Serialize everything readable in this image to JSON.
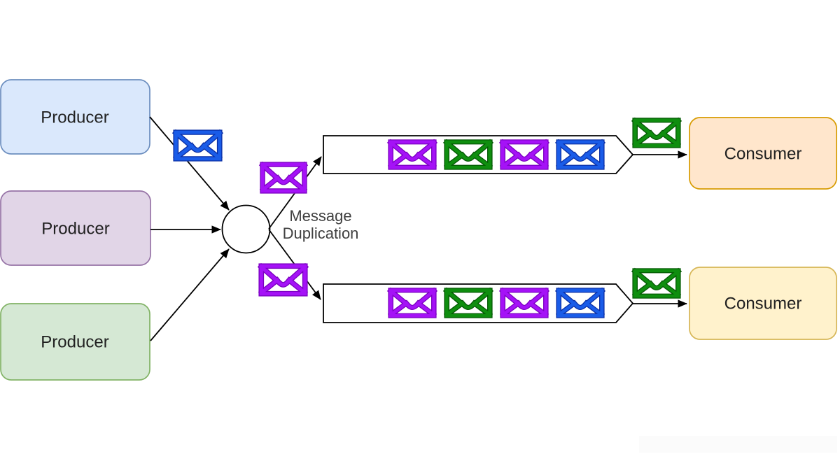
{
  "diagram": {
    "producers": [
      {
        "label": "Producer",
        "theme": "blue"
      },
      {
        "label": "Producer",
        "theme": "purple"
      },
      {
        "label": "Producer",
        "theme": "green"
      }
    ],
    "duplication_node": {
      "label_line1": "Message",
      "label_line2": "Duplication"
    },
    "consumers": [
      {
        "label": "Consumer",
        "theme": "orange"
      },
      {
        "label": "Consumer",
        "theme": "yellow"
      }
    ],
    "queue1": {
      "messages": [
        "purple",
        "green",
        "purple",
        "blue"
      ]
    },
    "queue2": {
      "messages": [
        "purple",
        "green",
        "purple",
        "blue"
      ]
    },
    "loose_messages": {
      "producer1_to_node": "blue",
      "node_to_queue1": "purple",
      "node_to_queue2": "purple",
      "queue1_to_consumer1": "green",
      "queue2_to_consumer2": "green"
    },
    "icons": {
      "message_icon": "envelope-icon"
    },
    "colors": {
      "canvas_bg": "#ffffff",
      "line": "#000000",
      "label_text": "#202020",
      "node_label_text": "#404040",
      "queue_fill": "#ffffff",
      "queue_stroke": "#000000",
      "producer_blue_fill": "#dae8fc",
      "producer_blue_stroke": "#6c8ebf",
      "producer_purple_fill": "#e1d5e7",
      "producer_purple_stroke": "#9673a6",
      "producer_green_fill": "#d5e8d4",
      "producer_green_stroke": "#82b366",
      "consumer_orange_fill": "#ffe6cc",
      "consumer_orange_stroke": "#d79b00",
      "consumer_yellow_fill": "#fff2cc",
      "consumer_yellow_stroke": "#d6b656",
      "envelope_blue": "#1a5ce8",
      "envelope_blue_dark": "#0b2fa5",
      "envelope_purple": "#a512f7",
      "envelope_purple_dark": "#7a00c0",
      "envelope_green": "#0f8e0f",
      "envelope_green_dark": "#045804",
      "watermark": "#fbfbfb"
    }
  }
}
